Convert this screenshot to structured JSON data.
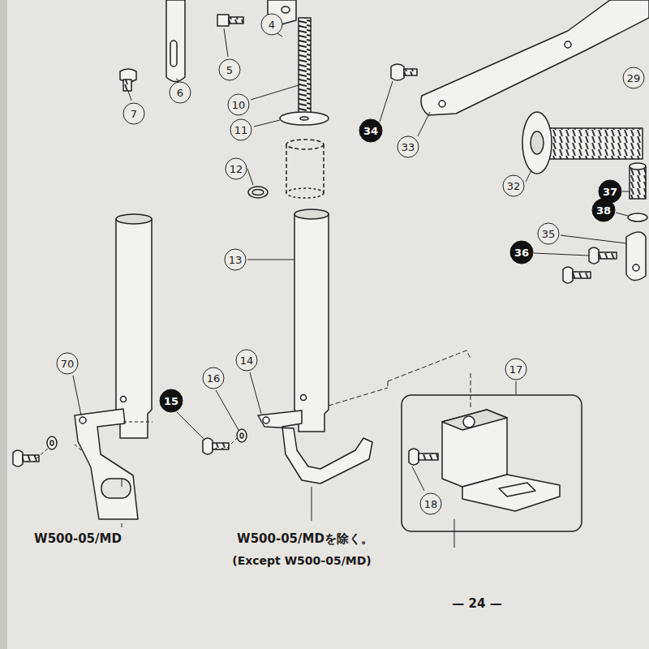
{
  "diagram": {
    "labels": [
      "4",
      "5",
      "6",
      "7",
      "10",
      "11",
      "12",
      "34",
      "33",
      "29",
      "32",
      "37",
      "38",
      "35",
      "36",
      "13",
      "70",
      "14",
      "16",
      "15",
      "17",
      "18",
      "W500-05/MD",
      "W500-05/MDを除く。",
      "(Except W500-05/MD)",
      "— 24 —"
    ]
  }
}
